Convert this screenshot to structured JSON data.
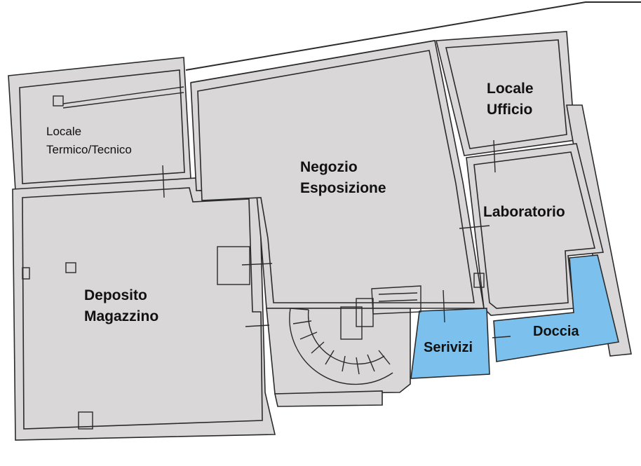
{
  "rooms": {
    "locale_termico": {
      "line1": "Locale",
      "line2": "Termico/Tecnico"
    },
    "negozio": {
      "line1": "Negozio",
      "line2": "Esposizione"
    },
    "locale_ufficio": {
      "line1": "Locale",
      "line2": "Ufficio"
    },
    "laboratorio": {
      "label": "Laboratorio"
    },
    "deposito": {
      "line1": "Deposito",
      "line2": "Magazzino"
    },
    "servizi": {
      "label": "Serivizi"
    },
    "doccia": {
      "label": "Doccia"
    }
  },
  "colors": {
    "room_fill": "#d9d7d8",
    "wet_fill": "#7cc1ee",
    "wall": "#2b2b2b"
  }
}
